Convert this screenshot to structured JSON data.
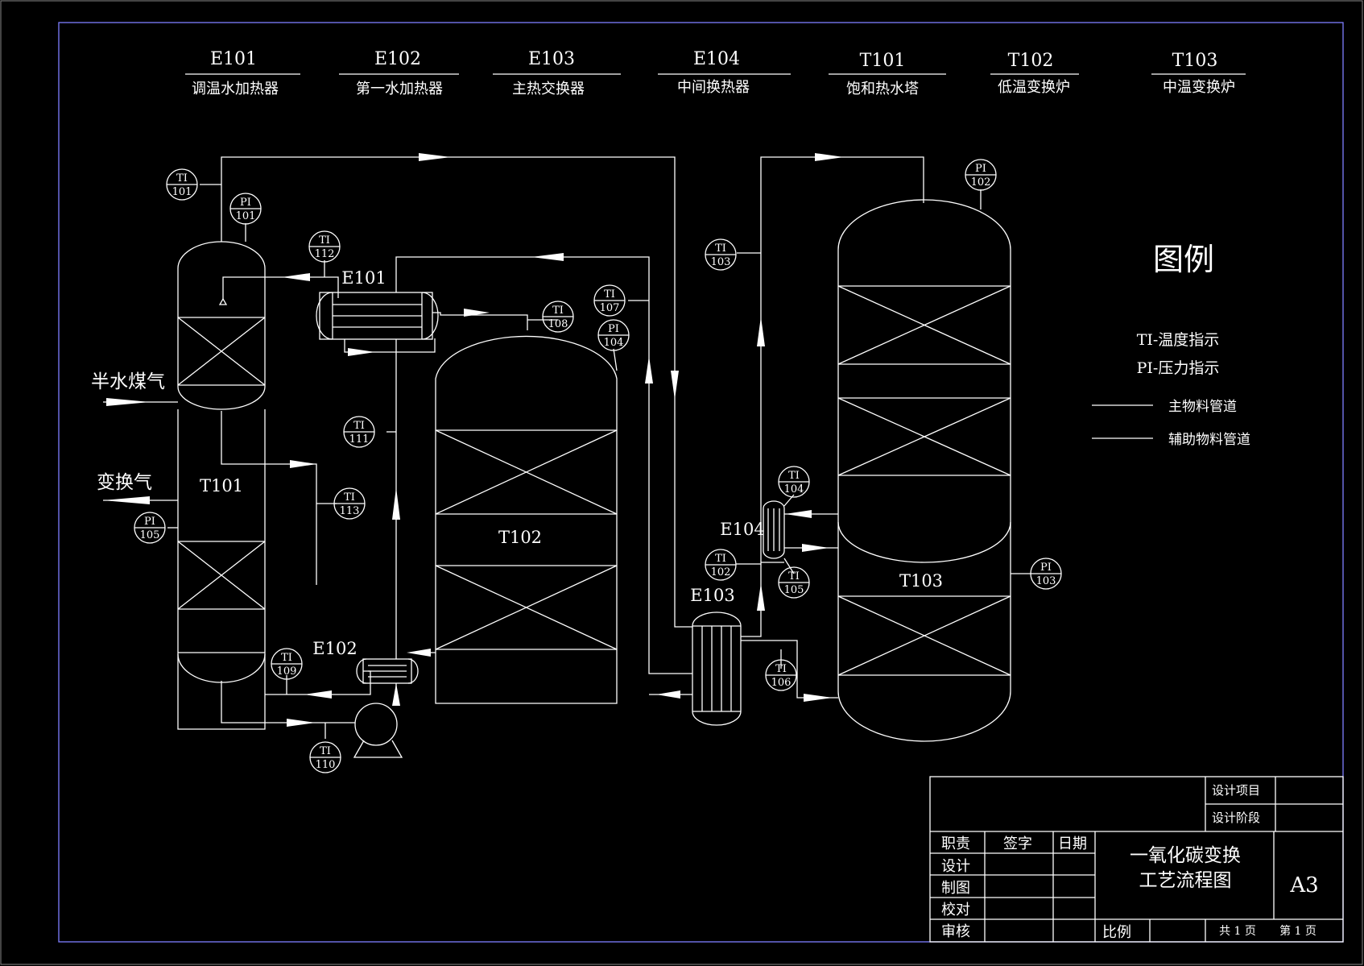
{
  "equipment_legend": [
    {
      "code": "E101",
      "name": "调温水加热器"
    },
    {
      "code": "E102",
      "name": "第一水加热器"
    },
    {
      "code": "E103",
      "name": "主热交换器"
    },
    {
      "code": "E104",
      "name": "中间换热器"
    },
    {
      "code": "T101",
      "name": "饱和热水塔"
    },
    {
      "code": "T102",
      "name": "低温变换炉"
    },
    {
      "code": "T103",
      "name": "中温变换炉"
    }
  ],
  "legend": {
    "title": "图例",
    "ti": "TI-温度指示",
    "pi": "PI-压力指示",
    "main_pipe": "主物料管道",
    "aux_pipe": "辅助物料管道"
  },
  "streams": {
    "inlet": "半水煤气",
    "outlet": "变换气"
  },
  "equipment_labels": {
    "t101": "T101",
    "t102": "T102",
    "t103": "T103",
    "e101": "E101",
    "e102": "E102",
    "e103": "E103",
    "e104": "E104"
  },
  "instruments": [
    {
      "type": "TI",
      "num": "101"
    },
    {
      "type": "PI",
      "num": "101"
    },
    {
      "type": "TI",
      "num": "112"
    },
    {
      "type": "TI",
      "num": "108"
    },
    {
      "type": "TI",
      "num": "107"
    },
    {
      "type": "PI",
      "num": "104"
    },
    {
      "type": "TI",
      "num": "111"
    },
    {
      "type": "TI",
      "num": "113"
    },
    {
      "type": "PI",
      "num": "105"
    },
    {
      "type": "TI",
      "num": "109"
    },
    {
      "type": "TI",
      "num": "110"
    },
    {
      "type": "TI",
      "num": "103"
    },
    {
      "type": "PI",
      "num": "102"
    },
    {
      "type": "TI",
      "num": "104"
    },
    {
      "type": "TI",
      "num": "105"
    },
    {
      "type": "TI",
      "num": "102"
    },
    {
      "type": "TI",
      "num": "106"
    },
    {
      "type": "PI",
      "num": "103"
    }
  ],
  "title_block": {
    "design_item": "设计项目",
    "design_stage": "设计阶段",
    "duty": "职责",
    "signature": "签字",
    "date": "日期",
    "roles": [
      "设计",
      "制图",
      "校对",
      "审核"
    ],
    "drawing_title_1": "一氧化碳变换",
    "drawing_title_2": "工艺流程图",
    "size": "A3",
    "scale": "比例",
    "total_pages": "共 1 页",
    "page_no": "第 1 页"
  }
}
